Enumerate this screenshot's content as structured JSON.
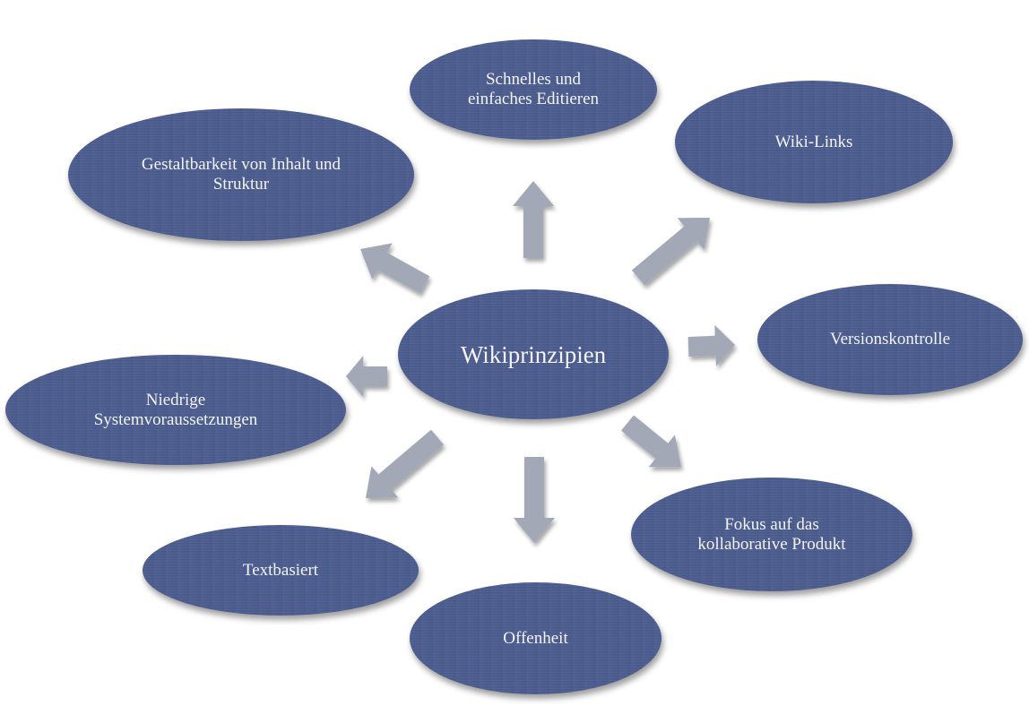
{
  "diagram": {
    "title": "Wikiprinzipien",
    "center": {
      "label": "Wikiprinzipien"
    },
    "nodes": [
      {
        "id": "schnelles-editieren",
        "label": "Schnelles und\neinfaches Editieren"
      },
      {
        "id": "wiki-links",
        "label": "Wiki-Links"
      },
      {
        "id": "versionskontrolle",
        "label": "Versionskontrolle"
      },
      {
        "id": "fokus-produkt",
        "label": "Fokus auf das\nkollaborative Produkt"
      },
      {
        "id": "offenheit",
        "label": "Offenheit"
      },
      {
        "id": "textbasiert",
        "label": "Textbasiert"
      },
      {
        "id": "systemvoraussetzungen",
        "label": "Niedrige\nSystemvoraussetzungen"
      },
      {
        "id": "gestaltbarkeit",
        "label": "Gestaltbarkeit von Inhalt und\nStruktur"
      }
    ],
    "edges": [
      {
        "from": "center",
        "to": "schnelles-editieren"
      },
      {
        "from": "center",
        "to": "wiki-links"
      },
      {
        "from": "center",
        "to": "versionskontrolle"
      },
      {
        "from": "center",
        "to": "fokus-produkt"
      },
      {
        "from": "center",
        "to": "offenheit"
      },
      {
        "from": "center",
        "to": "textbasiert"
      },
      {
        "from": "center",
        "to": "systemvoraussetzungen"
      },
      {
        "from": "center",
        "to": "gestaltbarkeit"
      }
    ],
    "colors": {
      "node_fill": "#4a5b8e",
      "node_text": "#f4f4f6",
      "arrow_fill": "#a3a8b6",
      "background": "#ffffff"
    }
  }
}
